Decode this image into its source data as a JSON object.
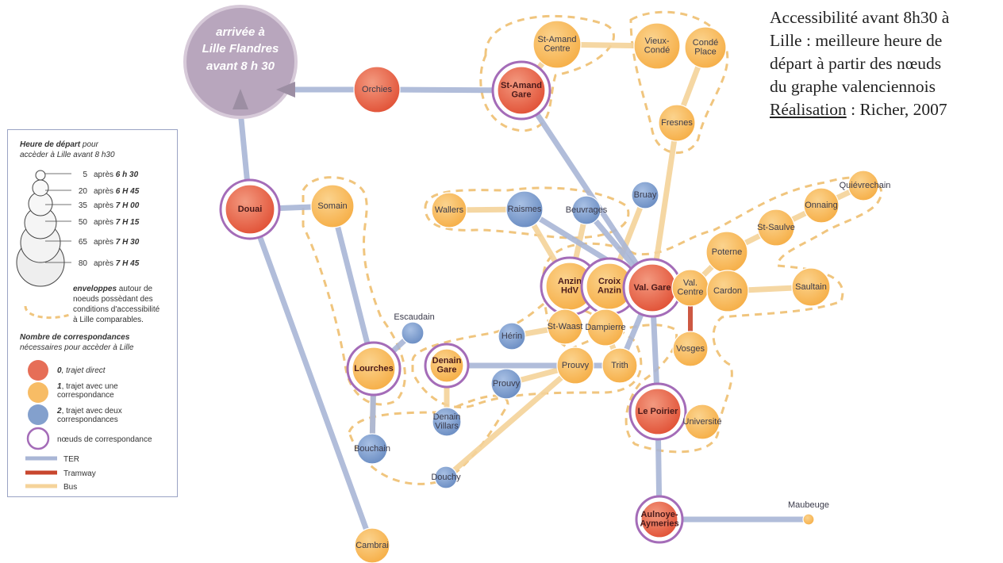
{
  "title": {
    "line1": "Accessibilité avant 8h30 à",
    "line2": "Lille : meilleure heure de",
    "line3": "départ à partir des nœuds",
    "line4": "du graphe valenciennois",
    "credit_label": "Réalisation",
    "credit_text": " : Richer, 2007"
  },
  "destination": {
    "line1": "arrivée à",
    "line2": "Lille Flandres",
    "line3": "avant  8 h 30"
  },
  "colors": {
    "direct": "#e2553a",
    "one": "#f6b04a",
    "two": "#6d8fc4",
    "ter": "#a9b6d6",
    "tram": "#c8462e",
    "bus": "#f5d39a",
    "envelope": "#f0c57e",
    "hub_ring": "#a46cb8",
    "destination": "#b8a6bd"
  },
  "nodes": [
    {
      "id": "orchies",
      "label": [
        "Orchies"
      ],
      "type": "direct",
      "hub": false,
      "bold": false
    },
    {
      "id": "st-amand-gare",
      "label": [
        "St-Amand",
        "Gare"
      ],
      "type": "direct",
      "hub": true,
      "bold": true
    },
    {
      "id": "st-amand-centre",
      "label": [
        "St-Amand",
        "Centre"
      ],
      "type": "one",
      "hub": false,
      "bold": false
    },
    {
      "id": "vieux-conde",
      "label": [
        "Vieux-",
        "Condé"
      ],
      "type": "one",
      "hub": false,
      "bold": false
    },
    {
      "id": "conde-place",
      "label": [
        "Condé",
        "Place"
      ],
      "type": "one",
      "hub": false,
      "bold": false
    },
    {
      "id": "fresnes",
      "label": [
        "Fresnes"
      ],
      "type": "one",
      "hub": false,
      "bold": false
    },
    {
      "id": "douai",
      "label": [
        "Douai"
      ],
      "type": "direct",
      "hub": true,
      "bold": true
    },
    {
      "id": "somain",
      "label": [
        "Somain"
      ],
      "type": "one",
      "hub": false,
      "bold": false
    },
    {
      "id": "wallers",
      "label": [
        "Wallers"
      ],
      "type": "one",
      "hub": false,
      "bold": false
    },
    {
      "id": "raismes",
      "label": [
        "Raismes"
      ],
      "type": "two",
      "hub": false,
      "bold": false
    },
    {
      "id": "beuvrages",
      "label": [
        "Beuvrages"
      ],
      "type": "two",
      "hub": false,
      "bold": false
    },
    {
      "id": "bruay",
      "label": [
        "Bruay"
      ],
      "type": "two",
      "hub": false,
      "bold": false
    },
    {
      "id": "quievrechain",
      "label": [
        "Quiévrechain"
      ],
      "type": "one",
      "hub": false,
      "bold": false
    },
    {
      "id": "onnaing",
      "label": [
        "Onnaing"
      ],
      "type": "one",
      "hub": false,
      "bold": false
    },
    {
      "id": "st-saulve",
      "label": [
        "St-Saulve"
      ],
      "type": "one",
      "hub": false,
      "bold": false
    },
    {
      "id": "poterne",
      "label": [
        "Poterne"
      ],
      "type": "one",
      "hub": false,
      "bold": false
    },
    {
      "id": "anzin-hdv",
      "label": [
        "Anzin",
        "HdV"
      ],
      "type": "one",
      "hub": true,
      "bold": true
    },
    {
      "id": "croix-anzin",
      "label": [
        "Croix",
        "Anzin"
      ],
      "type": "one",
      "hub": true,
      "bold": true
    },
    {
      "id": "val-gare",
      "label": [
        "Val. Gare"
      ],
      "type": "direct",
      "hub": true,
      "bold": true
    },
    {
      "id": "val-centre",
      "label": [
        "Val.",
        "Centre"
      ],
      "type": "one",
      "hub": false,
      "bold": false
    },
    {
      "id": "cardon",
      "label": [
        "Cardon"
      ],
      "type": "one",
      "hub": false,
      "bold": false
    },
    {
      "id": "saultain",
      "label": [
        "Saultain"
      ],
      "type": "one",
      "hub": false,
      "bold": false
    },
    {
      "id": "escaudain",
      "label": [
        "Escaudain"
      ],
      "type": "two",
      "hub": false,
      "bold": false
    },
    {
      "id": "herin",
      "label": [
        "Hérin"
      ],
      "type": "two",
      "hub": false,
      "bold": false
    },
    {
      "id": "st-waast",
      "label": [
        "St-Waast"
      ],
      "type": "one",
      "hub": false,
      "bold": false
    },
    {
      "id": "dampierre",
      "label": [
        "Dampierre"
      ],
      "type": "one",
      "hub": false,
      "bold": false
    },
    {
      "id": "vosges",
      "label": [
        "Vosges"
      ],
      "type": "one",
      "hub": false,
      "bold": false
    },
    {
      "id": "lourches",
      "label": [
        "Lourches"
      ],
      "type": "one",
      "hub": true,
      "bold": true
    },
    {
      "id": "denain-gare",
      "label": [
        "Denain",
        "Gare"
      ],
      "type": "one",
      "hub": true,
      "bold": true
    },
    {
      "id": "prouvy-a",
      "label": [
        "Prouvy"
      ],
      "type": "one",
      "hub": false,
      "bold": false
    },
    {
      "id": "trith",
      "label": [
        "Trith"
      ],
      "type": "one",
      "hub": false,
      "bold": false
    },
    {
      "id": "prouvy-b",
      "label": [
        "Prouvy"
      ],
      "type": "two",
      "hub": false,
      "bold": false
    },
    {
      "id": "denain-villars",
      "label": [
        "Denain",
        "Villars"
      ],
      "type": "two",
      "hub": false,
      "bold": false
    },
    {
      "id": "le-poirier",
      "label": [
        "Le Poirier"
      ],
      "type": "direct",
      "hub": true,
      "bold": true
    },
    {
      "id": "universite",
      "label": [
        "Université"
      ],
      "type": "one",
      "hub": false,
      "bold": false
    },
    {
      "id": "bouchain",
      "label": [
        "Bouchain"
      ],
      "type": "two",
      "hub": false,
      "bold": false
    },
    {
      "id": "douchy",
      "label": [
        "Douchy"
      ],
      "type": "two",
      "hub": false,
      "bold": false
    },
    {
      "id": "aulnoye",
      "label": [
        "Aulnoye-",
        "Aymeries"
      ],
      "type": "direct",
      "hub": true,
      "bold": true
    },
    {
      "id": "maubeuge",
      "label": [
        "Maubeuge"
      ],
      "type": "one",
      "hub": false,
      "bold": false
    },
    {
      "id": "cambrai",
      "label": [
        "Cambrai"
      ],
      "type": "one",
      "hub": false,
      "bold": false
    }
  ],
  "legend": {
    "heading1_bold": "Heure de départ",
    "heading1_rest": " pour",
    "heading2": "accèder à Lille avant 8 h30",
    "sizes": [
      {
        "value": "5",
        "time": "6 h 30"
      },
      {
        "value": "20",
        "time": "6 H 45"
      },
      {
        "value": "35",
        "time": "7 H 00"
      },
      {
        "value": "50",
        "time": "7 H 15"
      },
      {
        "value": "65",
        "time": "7 H 30"
      },
      {
        "value": "80",
        "time": "7 H 45"
      }
    ],
    "apres": "après",
    "envelope_lines": [
      "enveloppes autour de",
      "noeuds possèdant des",
      "conditions d'accessibilité",
      "à Lille  comparables."
    ],
    "envelope_bold": "enveloppes",
    "heading3": "Nombre de correspondances",
    "heading4": "nécessaires pour accèder à Lille",
    "classes": [
      {
        "bold": "0",
        "text": ", trajet direct",
        "text2": ""
      },
      {
        "bold": "1",
        "text": ", trajet avec une",
        "text2": "correspondance"
      },
      {
        "bold": "2",
        "text": ", trajet avec deux",
        "text2": "correspondances"
      }
    ],
    "hub_label": "nœuds de correspondance",
    "lines": [
      "TER",
      "Tramway",
      "Bus"
    ]
  }
}
